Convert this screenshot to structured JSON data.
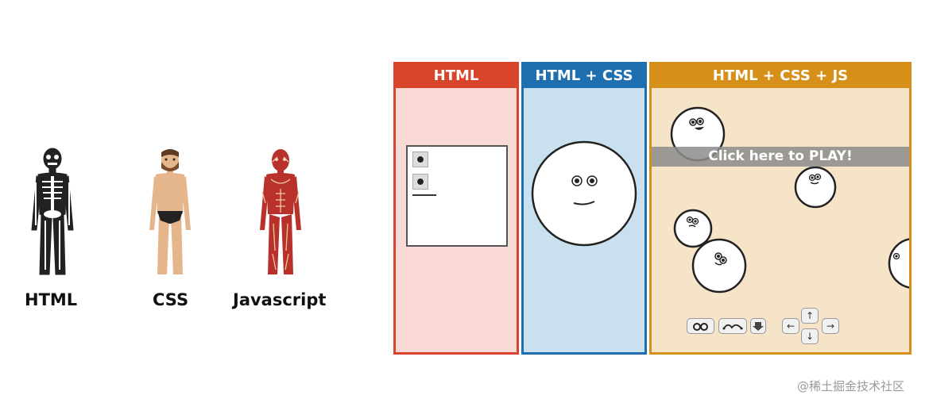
{
  "left": {
    "labels": [
      "HTML",
      "CSS",
      "Javascript"
    ]
  },
  "panels": {
    "html": {
      "title": "HTML"
    },
    "css": {
      "title": "HTML + CSS"
    },
    "js": {
      "title": "HTML + CSS + JS",
      "play_label": "Click here to PLAY!",
      "controls": {
        "eyes_icon": "eyes",
        "smile_icon": "curve-line",
        "down_icon": "arrow-down-box",
        "left": "←",
        "up": "↑",
        "right": "→",
        "down": "↓"
      }
    }
  },
  "colors": {
    "html": "#d8452a",
    "css": "#1e6fb0",
    "js": "#d6901a"
  },
  "watermark": "@稀土掘金技术社区"
}
